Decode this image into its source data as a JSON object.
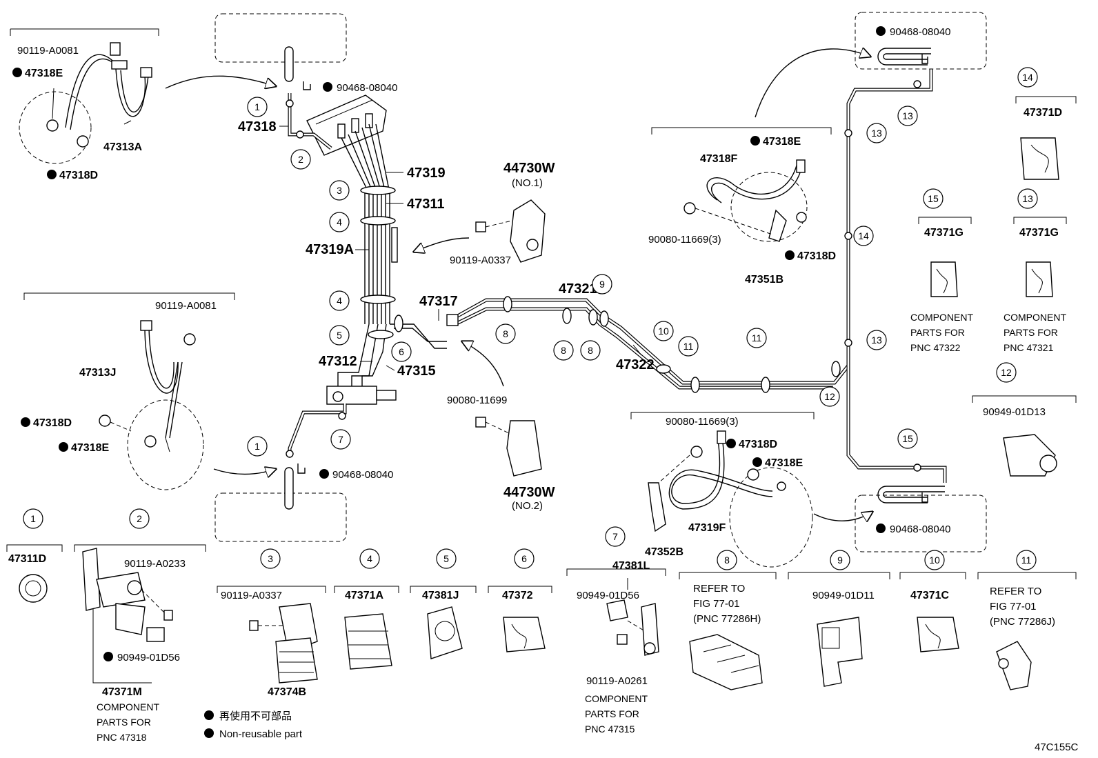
{
  "diagram_code": "47C155C",
  "legend": {
    "jp": "再使用不可部品",
    "en": "Non-reusable part"
  },
  "callout_numbers": [
    "1",
    "2",
    "3",
    "4",
    "5",
    "6",
    "7",
    "8",
    "9",
    "10",
    "11",
    "12",
    "13",
    "14",
    "15"
  ],
  "parts": {
    "p47318": "47318",
    "p47319": "47319",
    "p47311": "47311",
    "p47319A": "47319A",
    "p47317": "47317",
    "p47312": "47312",
    "p47315": "47315",
    "p47321": "47321",
    "p47322": "47322",
    "p47313A": "47313A",
    "p47313J": "47313J",
    "p47318E_a": "47318E",
    "p47318D_a": "47318D",
    "p47318D_b": "47318D",
    "p47318E_b": "47318E",
    "p47318E_c": "47318E",
    "p47318F": "47318F",
    "p47318D_c": "47318D",
    "p47351B": "47351B",
    "p47318D_d": "47318D",
    "p47318E_d": "47318E",
    "p47319F": "47319F",
    "p47352B": "47352B",
    "p44730W_1": "44730W",
    "no1": "(NO.1)",
    "p44730W_2": "44730W",
    "no2": "(NO.2)",
    "b90119A0081_a": "90119-A0081",
    "b90119A0081_b": "90119-A0081",
    "b90468_a": "90468-08040",
    "b90468_b": "90468-08040",
    "b90468_c": "90468-08040",
    "b90468_d": "90468-08040",
    "b90119A0337_a": "90119-A0337",
    "b90080_11699": "90080-11699",
    "b90080_11669_a": "90080-11669(3)",
    "b90080_11669_b": "90080-11669(3)",
    "p47371D": "47371D",
    "p47371G_a": "47371G",
    "p47371G_b": "47371G",
    "comp_47322_l1": "COMPONENT",
    "comp_47322_l2": "PARTS FOR",
    "comp_47322_l3": "PNC 47322",
    "comp_47321_l1": "COMPONENT",
    "comp_47321_l2": "PARTS FOR",
    "comp_47321_l3": "PNC 47321",
    "b90949_01D13": "90949-01D13"
  },
  "bottom_row": {
    "p47311D": "47311D",
    "b90119A0233": "90119-A0233",
    "b90949_01D56_a": "90949-01D56",
    "p47371M": "47371M",
    "comp_47318_l1": "COMPONENT",
    "comp_47318_l2": "PARTS FOR",
    "comp_47318_l3": "PNC 47318",
    "b90119A0337_b": "90119-A0337",
    "p47374B": "47374B",
    "p47371A": "47371A",
    "p47381J": "47381J",
    "p47372": "47372",
    "p47381L": "47381L",
    "b90949_01D56_b": "90949-01D56",
    "b90119A0261": "90119-A0261",
    "comp_47315_l1": "COMPONENT",
    "comp_47315_l2": "PARTS FOR",
    "comp_47315_l3": "PNC 47315",
    "ref8_l1": "REFER TO",
    "ref8_l2": "FIG 77-01",
    "ref8_l3": "(PNC 77286H)",
    "b90949_01D11": "90949-01D11",
    "p47371C": "47371C",
    "ref11_l1": "REFER TO",
    "ref11_l2": "FIG 77-01",
    "ref11_l3": "(PNC 77286J)"
  }
}
